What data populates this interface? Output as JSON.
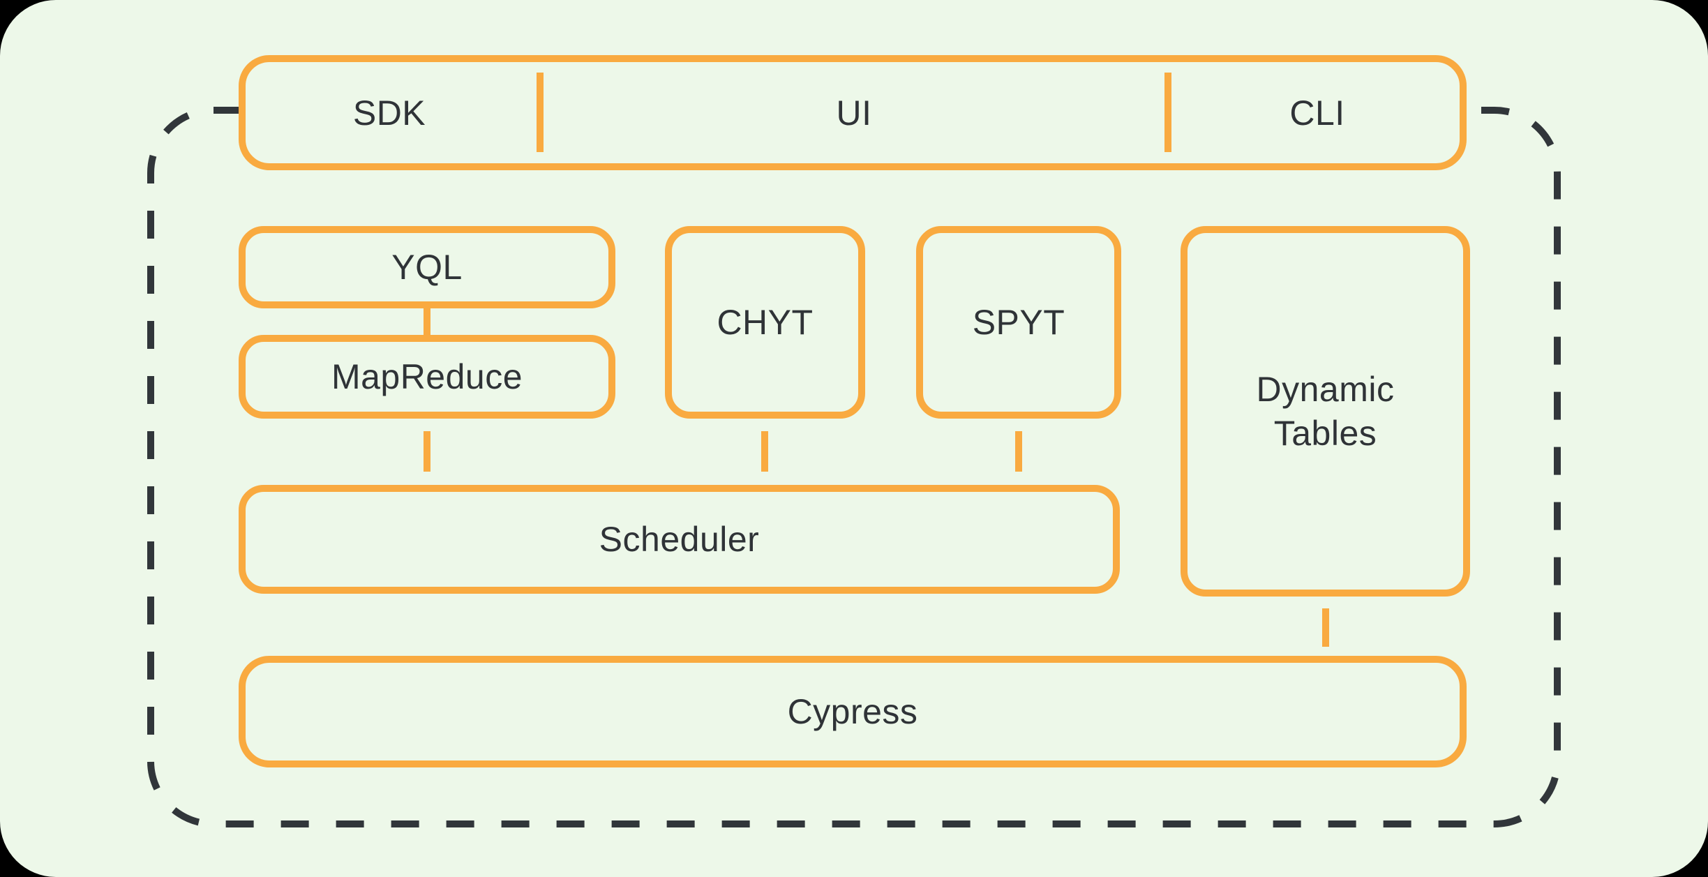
{
  "diagram": {
    "colors": {
      "page_background": "#000000",
      "canvas_background": "#edf8e9",
      "accent": "#f9aa40",
      "ink": "#2f3337",
      "dash": "#31363a"
    },
    "top_bar": {
      "items": [
        {
          "label": "SDK"
        },
        {
          "label": "UI"
        },
        {
          "label": "CLI"
        }
      ]
    },
    "nodes": {
      "yql": "YQL",
      "mapreduce": "MapReduce",
      "chyt": "CHYT",
      "spyt": "SPYT",
      "dynamic_tables": "Dynamic Tables",
      "scheduler": "Scheduler",
      "cypress": "Cypress"
    },
    "edges": [
      {
        "from": "yql",
        "to": "mapreduce"
      },
      {
        "from": "mapreduce",
        "to": "scheduler"
      },
      {
        "from": "chyt",
        "to": "scheduler"
      },
      {
        "from": "spyt",
        "to": "scheduler"
      },
      {
        "from": "dynamic_tables",
        "to": "cypress"
      }
    ]
  }
}
